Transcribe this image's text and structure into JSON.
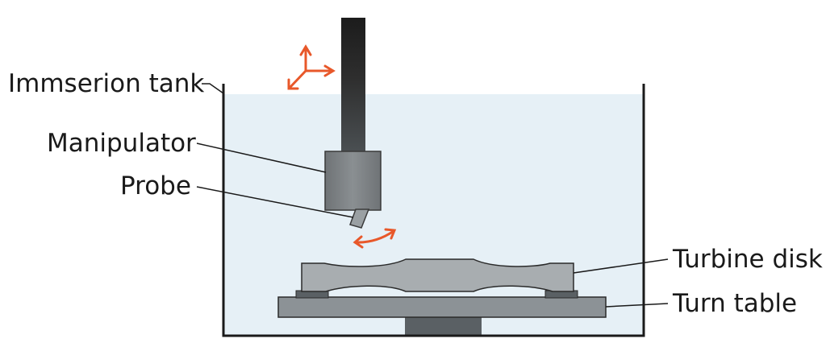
{
  "labels": {
    "tank": "Immserion tank",
    "manipulator": "Manipulator",
    "probe": "Probe",
    "turbine_disk": "Turbine disk",
    "turn_table": "Turn table"
  },
  "colors": {
    "water": "#e6f0f6",
    "tank_wall": "#1a1a1a",
    "shaft": "#333333",
    "manipulator": "#7d8184",
    "probe": "#9aa0a3",
    "turbine_disk": "#a8adb0",
    "turn_table": "#8c9296",
    "support": "#5a6064",
    "leader_line": "#1a1a1a",
    "arrow": "#e8582a"
  }
}
